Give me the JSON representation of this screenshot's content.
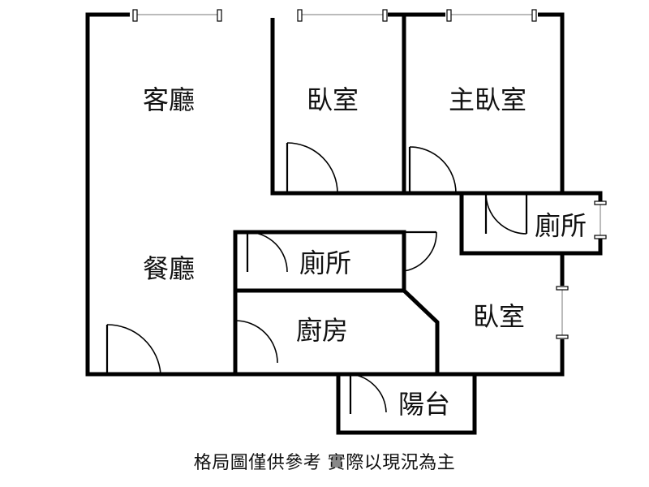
{
  "rooms": {
    "living_room": "客廳",
    "bedroom_top": "臥室",
    "master_bedroom": "主臥室",
    "toilet_right": "廁所",
    "dining_room": "餐廳",
    "toilet_center": "廁所",
    "kitchen": "廚房",
    "bedroom_bottom": "臥室",
    "balcony": "陽台"
  },
  "disclaimer": "格局圖僅供參考 實際以現況為主"
}
